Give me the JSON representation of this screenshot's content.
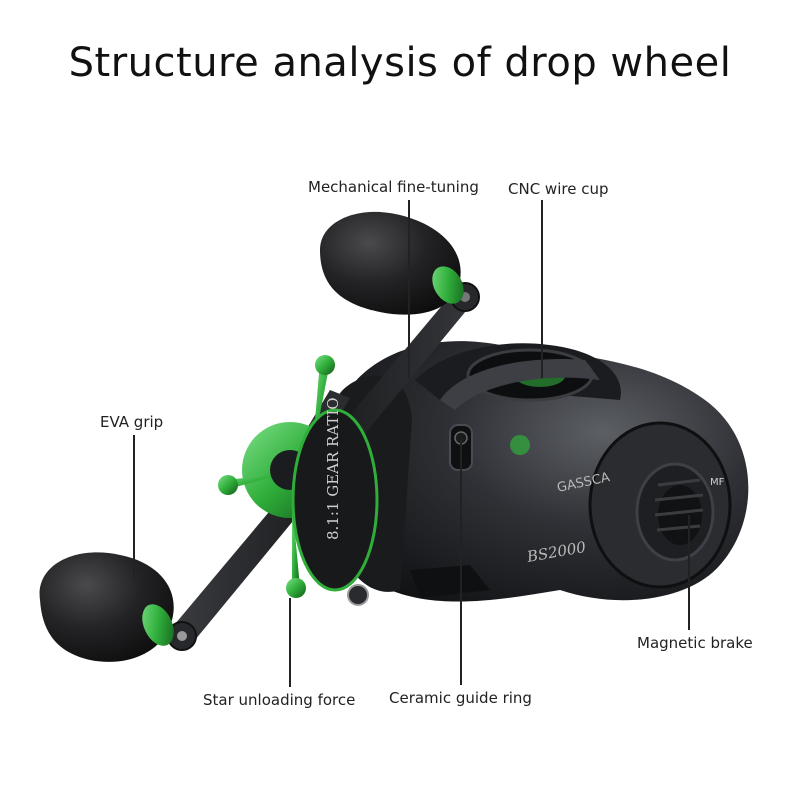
{
  "title": "Structure analysis of drop wheel",
  "labels": {
    "mechanical": "Mechanical fine-tuning",
    "cnc": "CNC wire cup",
    "eva": "EVA grip",
    "magnetic": "Magnetic brake",
    "star": "Star unloading force",
    "ceramic": "Ceramic guide ring"
  },
  "reel_markings": {
    "brand": "GASSCA",
    "model": "BS2000",
    "gear": "8.1:1 GEAR RATIO",
    "dial": "MF"
  },
  "colors": {
    "body": "#2b2d30",
    "body_dark": "#141517",
    "accent_green": "#2fae3a",
    "grip": "#1c1c1e",
    "text": "#111111"
  }
}
